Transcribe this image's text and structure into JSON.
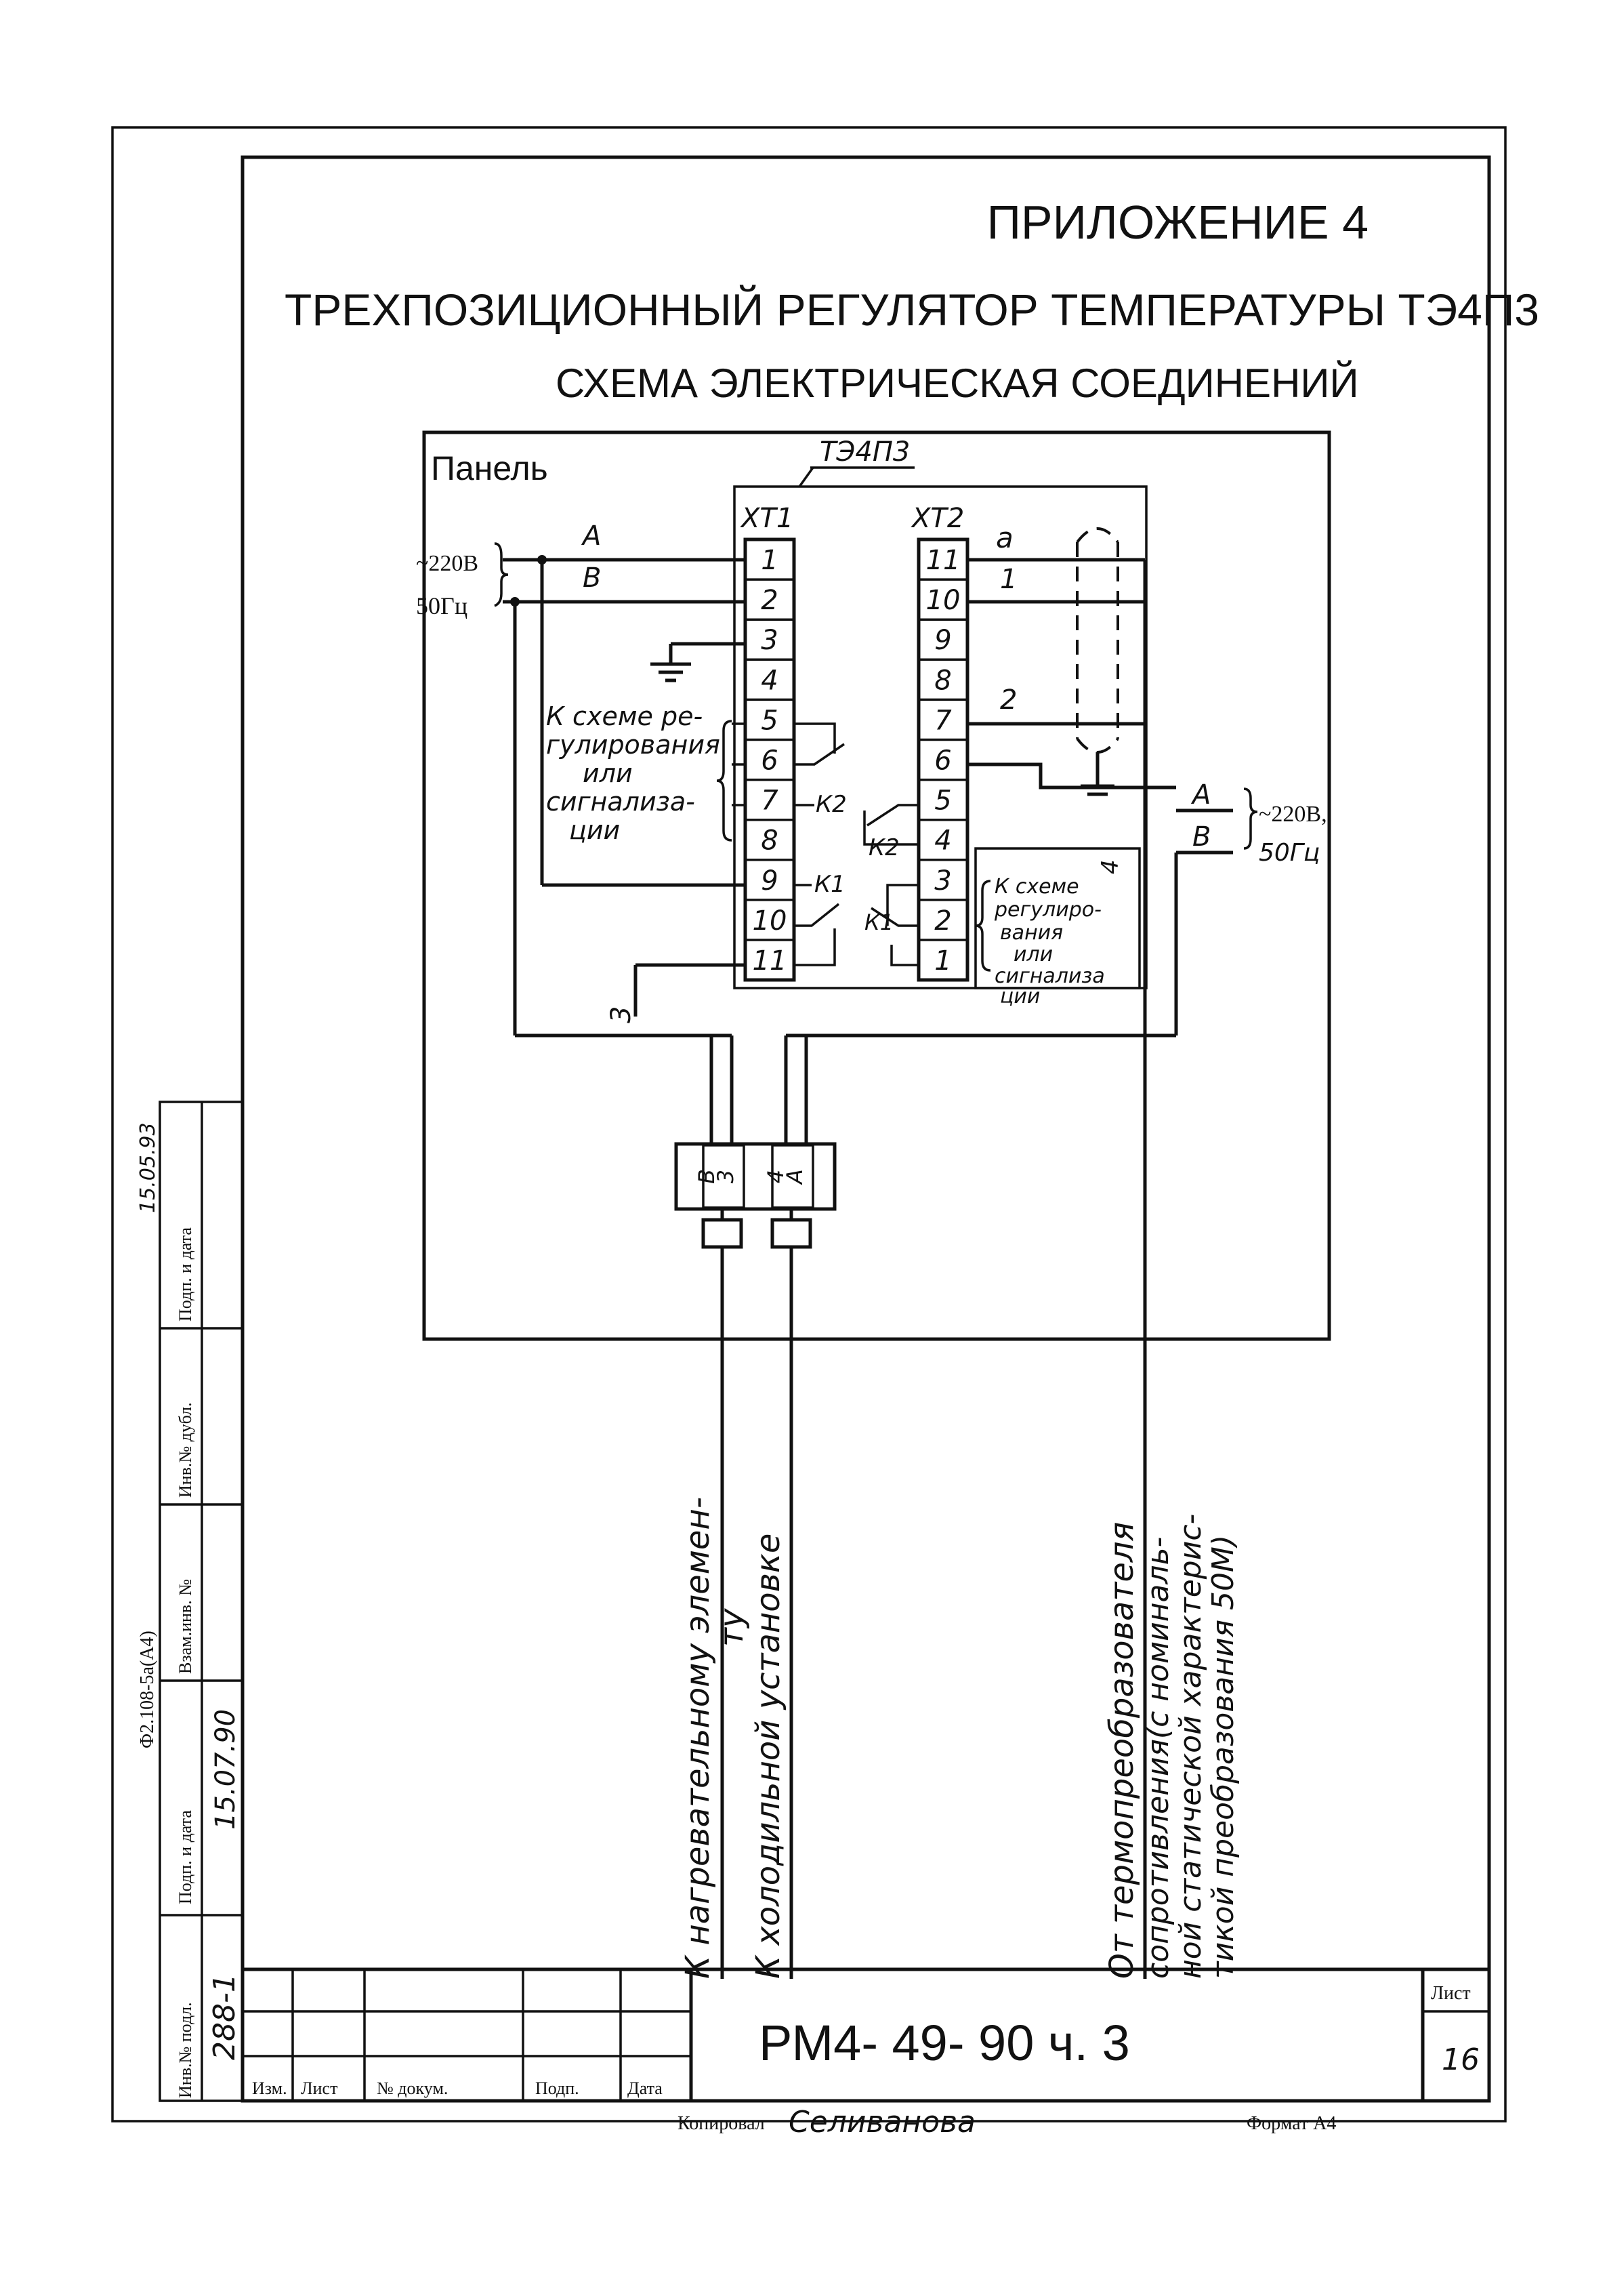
{
  "header": {
    "appendix": "ПРИЛОЖЕНИЕ 4",
    "title": "ТРЕХПОЗИЦИОННЫЙ РЕГУЛЯТОР ТЕМПЕРАТУРЫ ТЭ4П3",
    "subtitle": "СХЕМА ЭЛЕКТРИЧЕСКАЯ СОЕДИНЕНИЙ"
  },
  "diagram": {
    "panel_label": "Панель",
    "device_label": "ТЭ4П3",
    "xt1_label": "ХТ1",
    "xt2_label": "ХТ2",
    "xt1_terminals": [
      "1",
      "2",
      "3",
      "4",
      "5",
      "6",
      "7",
      "8",
      "9",
      "10",
      "11"
    ],
    "xt2_terminals": [
      "11",
      "10",
      "9",
      "8",
      "7",
      "6",
      "5",
      "4",
      "3",
      "2",
      "1"
    ],
    "supply_left_voltage": "~220В",
    "supply_left_freq": "50Гц",
    "wire_a": "А",
    "wire_b": "В",
    "wire_a_lower": "а",
    "wire_1": "1",
    "wire_2": "2",
    "wire_3": "3",
    "wire_4": "4",
    "k1": "К1",
    "k2": "К2",
    "supply_right_a": "А",
    "supply_right_b": "В",
    "supply_right_voltage": "~220В,",
    "supply_right_freq": "50Гц",
    "left_note": [
      "К схеме ре-",
      "гулирования",
      "или",
      "сигнализа-",
      "ции"
    ],
    "right_note": [
      "К схеме",
      "регулиро-",
      "вания",
      "или",
      "сигнализа",
      "ции"
    ],
    "connector_pins": [
      "В",
      "3",
      "4",
      "А"
    ],
    "vertical_text_1": [
      "К нагревательному элемен-",
      "ту"
    ],
    "vertical_text_2": "К холодильной установке",
    "vertical_text_3": [
      "От термопреобразователя",
      "сопротивления(с номиналь-",
      "ной статической характерис-",
      "тикой преобразования 50М)"
    ]
  },
  "sidebar": {
    "format_code": "Ф2.108-5а(А4)",
    "labels": [
      "Инв.№ подл.",
      "Подп. и дата",
      "Взам.инв. №",
      "Инв.№ дубл.",
      "Подп. и дата"
    ],
    "inv_value": "288-1",
    "sign_date": "15.07.90",
    "date_top": "15.05.93"
  },
  "titleblock": {
    "cols": [
      "Изм.",
      "Лист",
      "№ докум.",
      "Подп.",
      "Дата"
    ],
    "doc_number": "РМ4- 49- 90 ч. 3",
    "sheet_label": "Лист",
    "sheet_number": "16"
  },
  "footer": {
    "copied_label": "Копировал",
    "copied_name": "Селиванова",
    "format_label": "Формат А4"
  }
}
